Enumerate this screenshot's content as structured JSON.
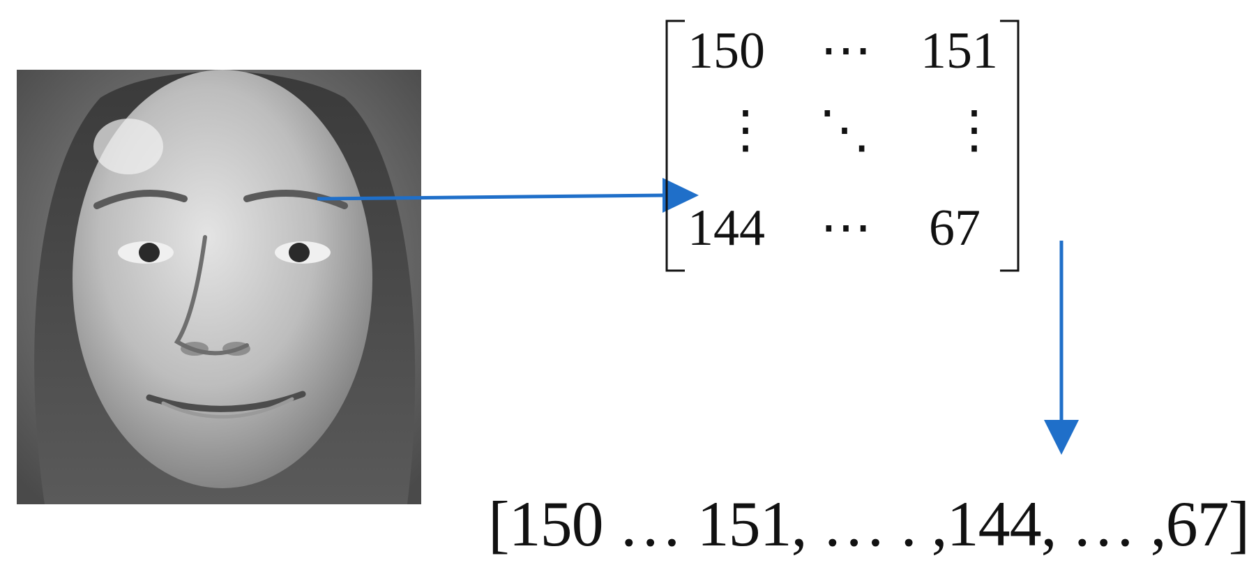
{
  "diagram": {
    "image": {
      "icon": "face-photo-grayscale"
    },
    "matrix": {
      "top_left": "150",
      "top_middle": "⋯",
      "top_right": "151",
      "middle_left": "⋮",
      "middle_middle": "⋱",
      "middle_right": "⋮",
      "bottom_left": "144",
      "bottom_middle": "⋯",
      "bottom_right": "67"
    },
    "vector": "[150 … 151, … . ,144, … ,67]",
    "arrow_color": "#1f6fc9"
  }
}
